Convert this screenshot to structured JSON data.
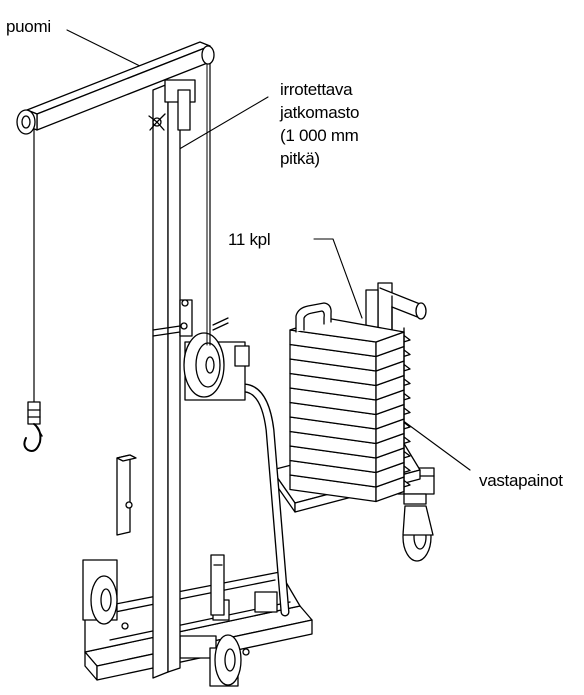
{
  "labels": {
    "boom": "puomi",
    "extension_line1": "irrotettava",
    "extension_line2": "jatkomasto",
    "extension_line3": "(1 000 mm",
    "extension_line4": "pitkä)",
    "weight_count": "11 kpl",
    "counterweights": "vastapainot"
  },
  "colors": {
    "ink": "#000000",
    "paper": "#ffffff"
  }
}
